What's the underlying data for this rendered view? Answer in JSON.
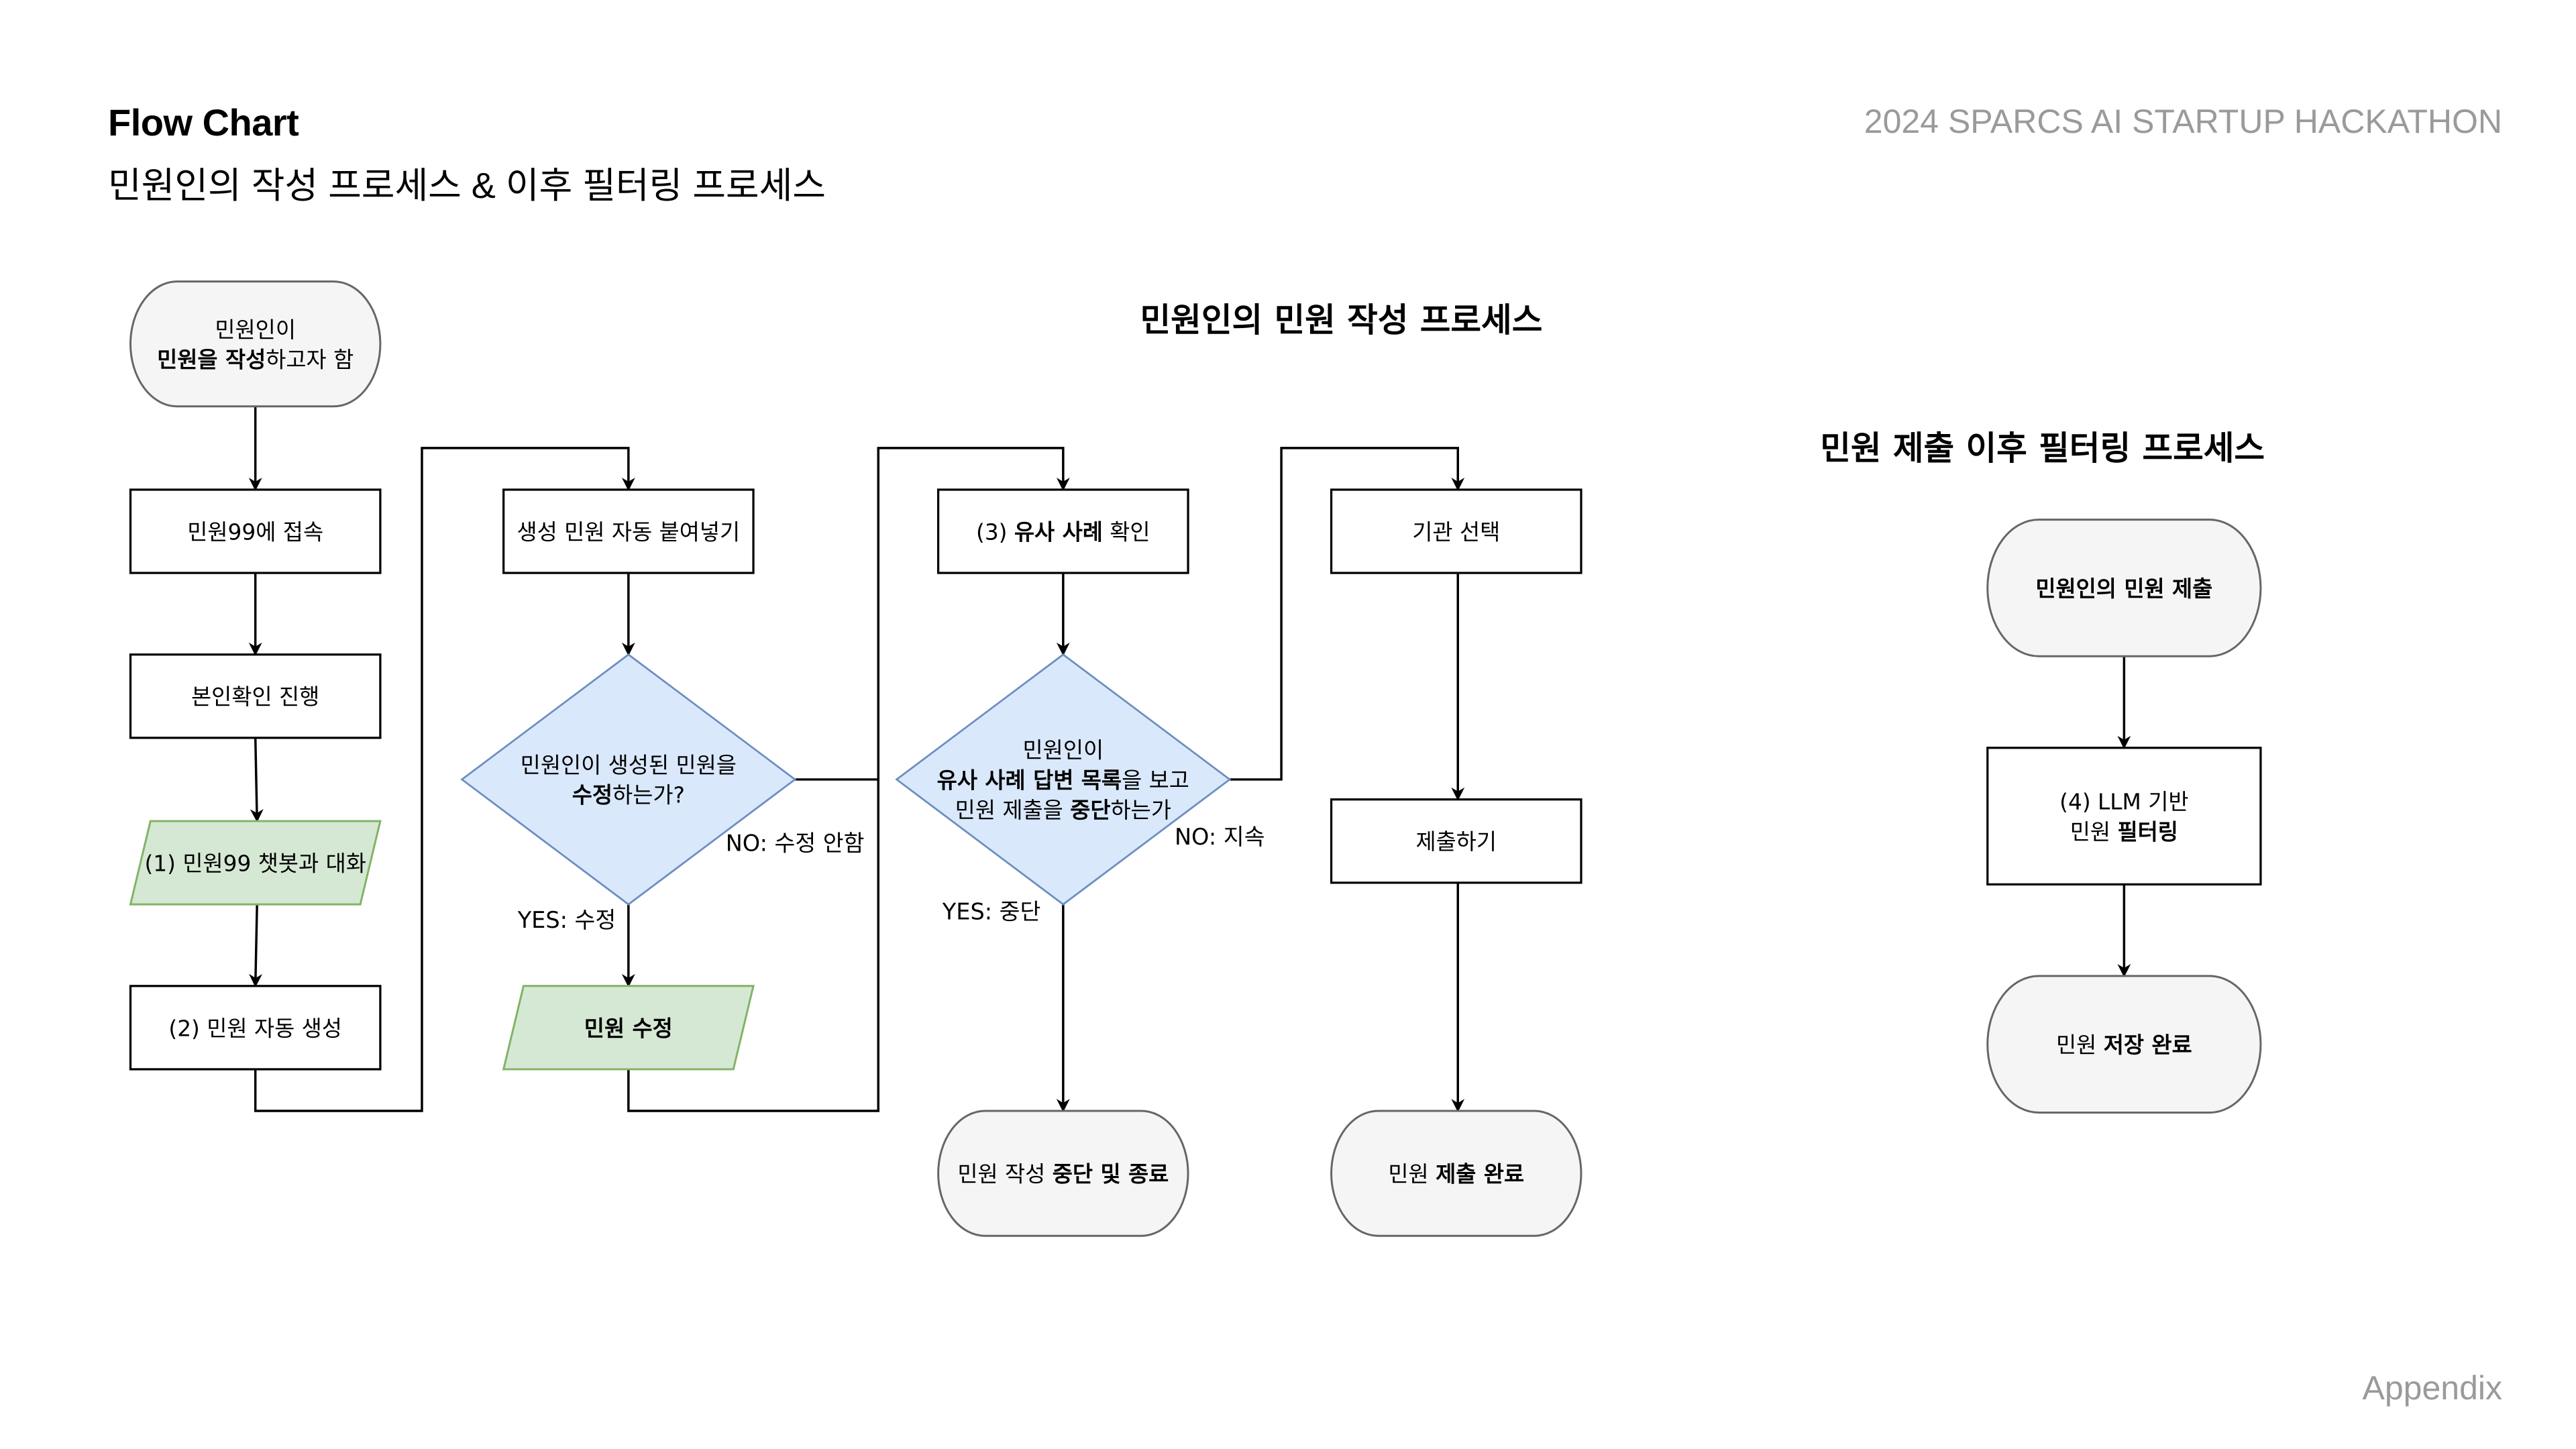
{
  "header": {
    "title": "Flow Chart",
    "subtitle": "민원인의 작성 프로세스 & 이후 필터링 프로세스",
    "brand": "2024 SPARCS AI STARTUP HACKATHON"
  },
  "footer": {
    "label": "Appendix"
  },
  "colors": {
    "process_fill": "#ffffff",
    "process_stroke": "#000000",
    "decision_fill": "#dae8fc",
    "decision_stroke": "#6c8ebf",
    "io_fill": "#d5e8d4",
    "io_stroke": "#82b366",
    "terminal_fill": "#f5f5f5",
    "terminal_stroke": "#666666",
    "muted_text": "#9a9a9a"
  },
  "sections": {
    "writing": {
      "title": "민원인의 민원 작성 프로세스"
    },
    "filtering": {
      "title": "민원 제출 이후 필터링 프로세스"
    }
  },
  "nodes": [
    {
      "id": "start",
      "type": "terminal",
      "lines": [
        [
          {
            "t": "민원인이",
            "b": false
          }
        ],
        [
          {
            "t": "민원을 작성",
            "b": true
          },
          {
            "t": "하고자 함",
            "b": false
          }
        ]
      ]
    },
    {
      "id": "access",
      "type": "process",
      "lines": [
        [
          {
            "t": "민원99에 접속",
            "b": false
          }
        ]
      ]
    },
    {
      "id": "verify",
      "type": "process",
      "lines": [
        [
          {
            "t": "본인확인 진행",
            "b": false
          }
        ]
      ]
    },
    {
      "id": "chatbot",
      "type": "io",
      "lines": [
        [
          {
            "t": "(1) 민원99 챗봇과 대화",
            "b": false
          }
        ]
      ]
    },
    {
      "id": "autogen",
      "type": "process",
      "lines": [
        [
          {
            "t": "(2) 민원 자동 생성",
            "b": false
          }
        ]
      ]
    },
    {
      "id": "paste",
      "type": "process",
      "lines": [
        [
          {
            "t": "생성 민원 자동 붙여넣기",
            "b": false
          }
        ]
      ]
    },
    {
      "id": "edit-q",
      "type": "decision",
      "lines": [
        [
          {
            "t": "민원인이 생성된 민원을",
            "b": false
          }
        ],
        [
          {
            "t": "수정",
            "b": true
          },
          {
            "t": "하는가?",
            "b": false
          }
        ]
      ]
    },
    {
      "id": "edit",
      "type": "io",
      "lines": [
        [
          {
            "t": "민원 수정",
            "b": true
          }
        ]
      ]
    },
    {
      "id": "similar",
      "type": "process",
      "lines": [
        [
          {
            "t": "(3) ",
            "b": false
          },
          {
            "t": "유사 사례",
            "b": true
          },
          {
            "t": " 확인",
            "b": false
          }
        ]
      ]
    },
    {
      "id": "stop-q",
      "type": "decision",
      "lines": [
        [
          {
            "t": "민원인이",
            "b": false
          }
        ],
        [
          {
            "t": "유사 사례 답변 목록",
            "b": true
          },
          {
            "t": "을 보고",
            "b": false
          }
        ],
        [
          {
            "t": "민원 제출을 ",
            "b": false
          },
          {
            "t": "중단",
            "b": true
          },
          {
            "t": "하는가",
            "b": false
          }
        ]
      ]
    },
    {
      "id": "stop-end",
      "type": "terminal",
      "lines": [
        [
          {
            "t": "민원 작성 ",
            "b": false
          },
          {
            "t": "중단 및 종료",
            "b": true
          }
        ]
      ]
    },
    {
      "id": "agency",
      "type": "process",
      "lines": [
        [
          {
            "t": "기관 선택",
            "b": false
          }
        ]
      ]
    },
    {
      "id": "submit",
      "type": "process",
      "lines": [
        [
          {
            "t": "제출하기",
            "b": false
          }
        ]
      ]
    },
    {
      "id": "submit-end",
      "type": "terminal",
      "lines": [
        [
          {
            "t": "민원 ",
            "b": false
          },
          {
            "t": "제출 완료",
            "b": true
          }
        ]
      ]
    },
    {
      "id": "f-start",
      "type": "terminal",
      "lines": [
        [
          {
            "t": "민원인의 민원 제출",
            "b": true
          }
        ]
      ]
    },
    {
      "id": "llm-filter",
      "type": "process",
      "lines": [
        [
          {
            "t": "(4) LLM 기반",
            "b": false
          }
        ],
        [
          {
            "t": "민원 ",
            "b": false
          },
          {
            "t": "필터링",
            "b": true
          }
        ]
      ]
    },
    {
      "id": "f-end",
      "type": "terminal",
      "lines": [
        [
          {
            "t": "민원 ",
            "b": false
          },
          {
            "t": "저장 완료",
            "b": true
          }
        ]
      ]
    }
  ],
  "edges": [
    {
      "from": "start",
      "to": "access",
      "label": ""
    },
    {
      "from": "access",
      "to": "verify",
      "label": ""
    },
    {
      "from": "verify",
      "to": "chatbot",
      "label": ""
    },
    {
      "from": "chatbot",
      "to": "autogen",
      "label": ""
    },
    {
      "from": "autogen",
      "to": "paste",
      "label": ""
    },
    {
      "from": "paste",
      "to": "edit-q",
      "label": ""
    },
    {
      "from": "edit-q",
      "to": "edit",
      "label": "YES: 수정"
    },
    {
      "from": "edit-q",
      "to": "similar",
      "label": "NO: 수정 안함"
    },
    {
      "from": "edit",
      "to": "similar",
      "label": ""
    },
    {
      "from": "similar",
      "to": "stop-q",
      "label": ""
    },
    {
      "from": "stop-q",
      "to": "stop-end",
      "label": "YES: 중단"
    },
    {
      "from": "stop-q",
      "to": "agency",
      "label": "NO: 지속"
    },
    {
      "from": "agency",
      "to": "submit",
      "label": ""
    },
    {
      "from": "submit",
      "to": "submit-end",
      "label": ""
    },
    {
      "from": "f-start",
      "to": "llm-filter",
      "label": ""
    },
    {
      "from": "llm-filter",
      "to": "f-end",
      "label": ""
    }
  ]
}
